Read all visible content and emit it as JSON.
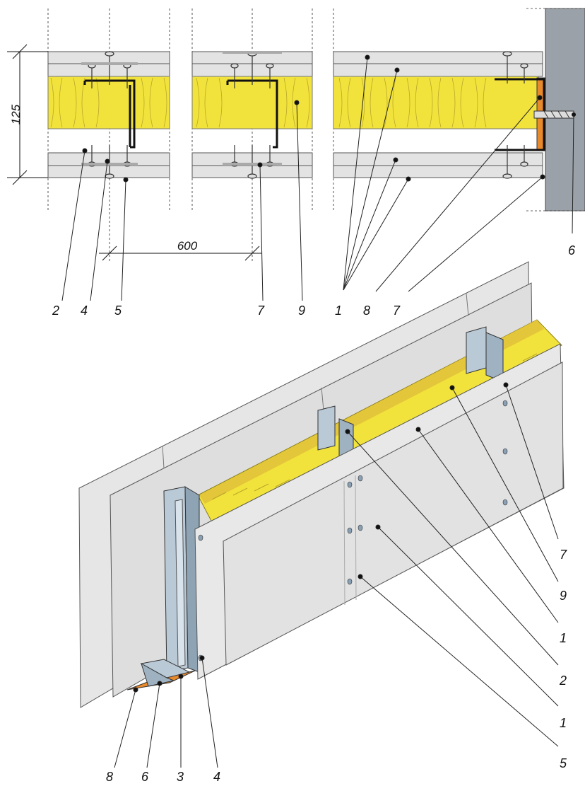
{
  "dimensions": {
    "thickness": "125",
    "spacing": "600"
  },
  "section_callouts": {
    "c2": "2",
    "c4": "4",
    "c5": "5",
    "c7": "7",
    "c9": "9",
    "c1": "1",
    "c8": "8",
    "c7b": "7",
    "c6": "6"
  },
  "iso_callouts_right": [
    "7",
    "9",
    "1",
    "2",
    "1",
    "5"
  ],
  "iso_callouts_bottom": [
    "8",
    "6",
    "3",
    "4"
  ],
  "colors": {
    "insulation": "#f2e33c",
    "board": "#e3e3e3",
    "stud": "#b9c9d6",
    "wall": "#9aa1a8",
    "tape": "#e8892c",
    "outline": "#333333"
  }
}
